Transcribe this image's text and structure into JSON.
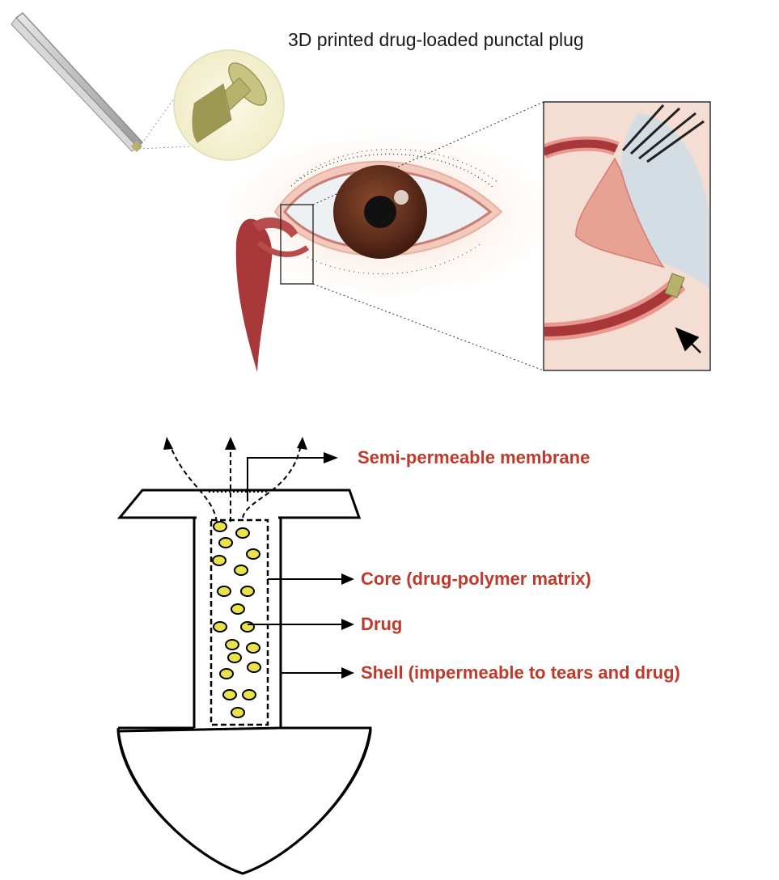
{
  "title": "3D printed drug-loaded punctal plug",
  "colors": {
    "label_red": "#c0392b",
    "drug_fill": "#e9e24a",
    "iris": "#5a2a1a",
    "tear_duct": "#a8373a",
    "plug_olive": "#b7b26a"
  },
  "schematic": {
    "labels": {
      "membrane": "Semi-permeable membrane",
      "core": "Core (drug-polymer matrix)",
      "drug": "Drug",
      "shell": "Shell (impermeable to tears and drug)"
    }
  },
  "icons": [
    "tweezers-icon",
    "punctal-plug-icon",
    "eye-icon",
    "arrow-icon"
  ]
}
